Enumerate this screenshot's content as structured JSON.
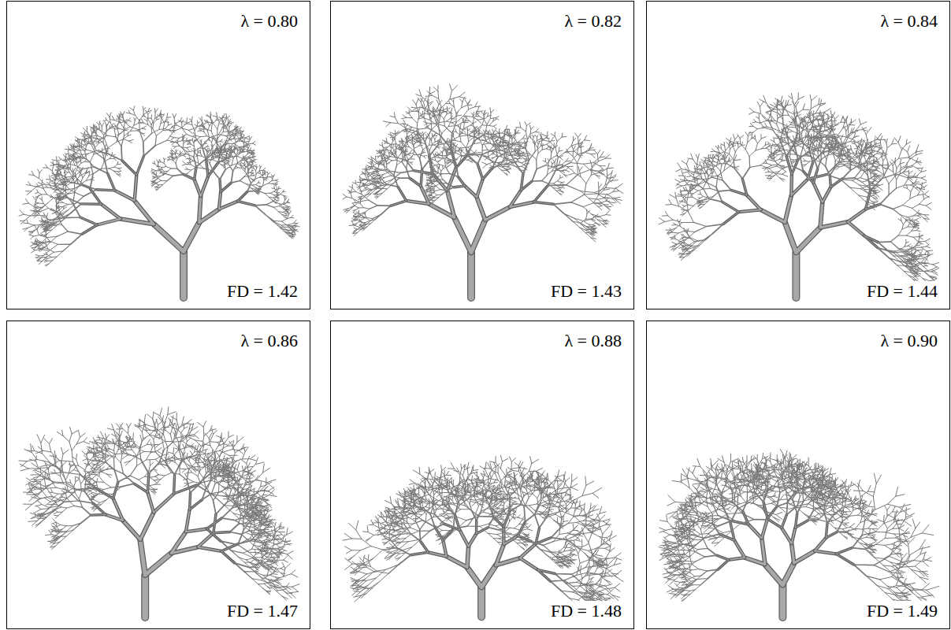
{
  "diagram": {
    "nodes": [
      {
        "text": [
          "λ = 0.80",
          "FD = 1.42"
        ]
      },
      {
        "text": [
          "λ = 0.82",
          "FD = 1.43"
        ]
      },
      {
        "text": [
          "λ = 0.84",
          "FD = 1.44"
        ]
      },
      {
        "text": [
          "λ = 0.86",
          "FD = 1.47"
        ]
      },
      {
        "text": [
          "λ = 0.88",
          "FD = 1.48"
        ]
      },
      {
        "text": [
          "λ = 0.90",
          "FD = 1.49"
        ]
      }
    ]
  }
}
